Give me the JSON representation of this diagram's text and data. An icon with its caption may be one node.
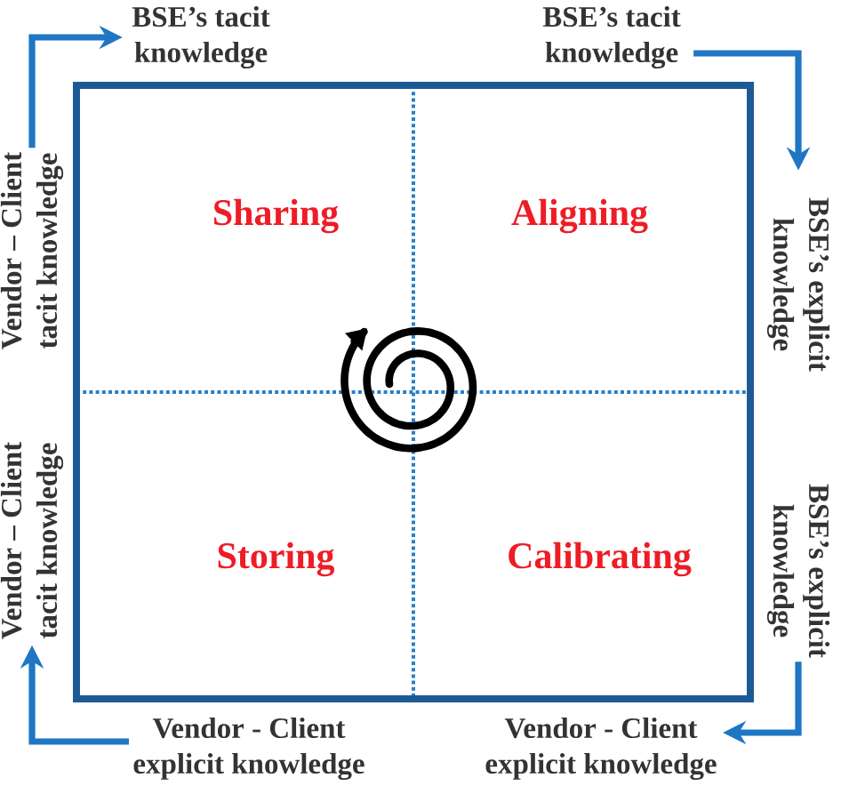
{
  "diagram": {
    "nodes": [
      {
        "text": [
          "BSE’s tacit knowledge"
        ]
      },
      {
        "text": [
          "BSE’s tacit knowledge"
        ]
      },
      {
        "text": [
          "Vendor – Client tacit knowledge"
        ]
      },
      {
        "text": [
          "BSE’s explicit knowledge"
        ]
      },
      {
        "text": [],
        "shape": "box"
      },
      {
        "text": [
          "Sharing"
        ],
        "in": 4
      },
      {
        "text": [
          "Aligning"
        ],
        "in": 4
      },
      {
        "text": [
          "Storing"
        ],
        "in": 4
      },
      {
        "text": [
          "Calibrating"
        ],
        "in": 4
      },
      {
        "text": [
          "Vendor – Client tacit knowledge"
        ]
      },
      {
        "text": [
          "BSE’s explicit knowledge"
        ]
      },
      {
        "text": [
          "Vendor - Client explicit knowledge"
        ]
      },
      {
        "text": [
          "Vendor - Client explicit knowledge"
        ]
      }
    ],
    "edges": [
      {
        "from": 2,
        "to": 0,
        "arrow": "to"
      },
      {
        "from": 1,
        "to": 3,
        "arrow": "to"
      },
      {
        "from": 10,
        "to": 12,
        "arrow": "to"
      },
      {
        "from": 11,
        "to": 9,
        "arrow": "to"
      }
    ]
  }
}
